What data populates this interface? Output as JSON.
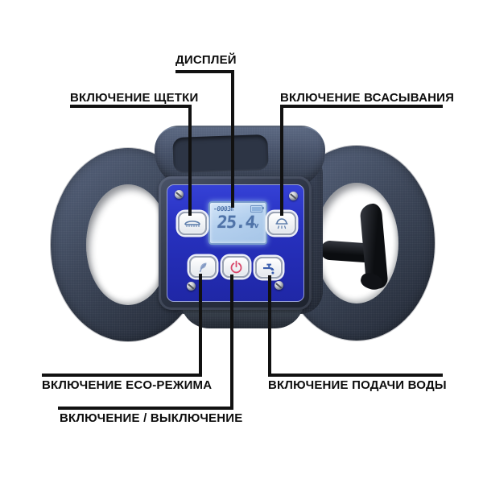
{
  "callouts": {
    "display": {
      "label": "ДИСПЛЕЙ"
    },
    "brush": {
      "label": "ВКЛЮЧЕНИЕ ЩЕТКИ"
    },
    "suction": {
      "label": "ВКЛЮЧЕНИЕ ВСАСЫВАНИЯ"
    },
    "eco": {
      "label": "ВКЛЮЧЕНИЕ ECO-РЕЖИМА"
    },
    "power": {
      "label": "ВКЛЮЧЕНИЕ / ВЫКЛЮЧЕНИЕ"
    },
    "water": {
      "label": "ВКЛЮЧЕНИЕ ПОДАЧИ ВОДЫ"
    }
  },
  "device": {
    "lcd": {
      "hours_value": "-0003",
      "hours_unit": "h",
      "voltage_value": "25.4",
      "voltage_unit": "v"
    },
    "buttons": {
      "top": [
        "brush-icon",
        "suction-icon"
      ],
      "bottom": [
        "eco-icon",
        "power-icon",
        "water-tap-icon"
      ]
    },
    "colors": {
      "body_dark": "#333c4e",
      "panel_blue": "#2732c2",
      "lcd_backlight": "#bcd6f2",
      "power_red": "#d9486b",
      "water_blue": "#3c5fae",
      "icon_steel_blue": "#5b7cab",
      "eco_blue": "#8aa0c8",
      "callout_line": "#111111"
    }
  }
}
